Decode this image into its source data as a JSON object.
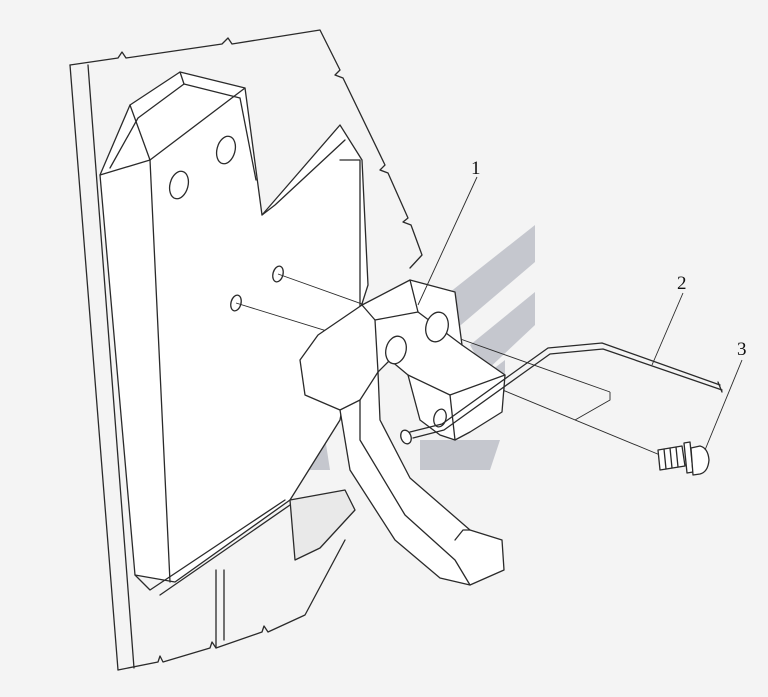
{
  "diagram": {
    "type": "exploded-parts-view",
    "callouts": [
      {
        "id": "part-1",
        "label": "1"
      },
      {
        "id": "part-2",
        "label": "2"
      },
      {
        "id": "part-3",
        "label": "3"
      }
    ],
    "watermark_icon": "stylized-chevron-logo-icon",
    "colors": {
      "line": "#2a2a2a",
      "background": "#f4f4f4",
      "watermark": "#b9bcc4"
    }
  }
}
